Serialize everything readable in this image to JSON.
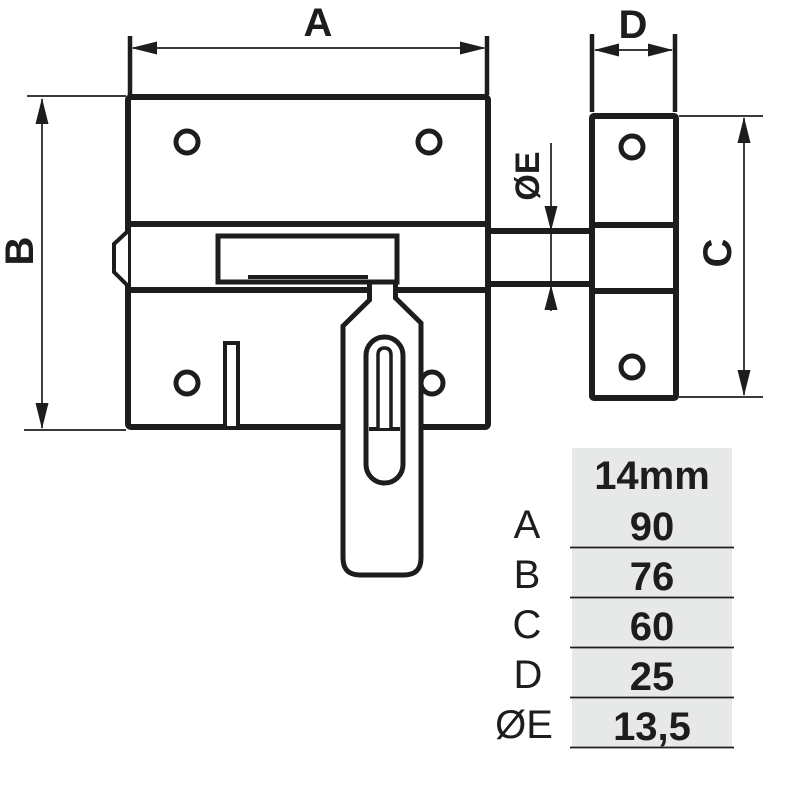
{
  "drawing": {
    "dim_a": "A",
    "dim_b": "B",
    "dim_c": "C",
    "dim_d": "D",
    "dim_e": "ØE"
  },
  "table": {
    "header": "14mm",
    "rows": [
      {
        "label": "A",
        "value": "90"
      },
      {
        "label": "B",
        "value": "76"
      },
      {
        "label": "C",
        "value": "60"
      },
      {
        "label": "D",
        "value": "25"
      },
      {
        "label": "ØE",
        "value": "13,5"
      }
    ]
  },
  "colors": {
    "line": "#1d1d1b",
    "table_bg": "#e7e8e8",
    "background": "#ffffff"
  }
}
